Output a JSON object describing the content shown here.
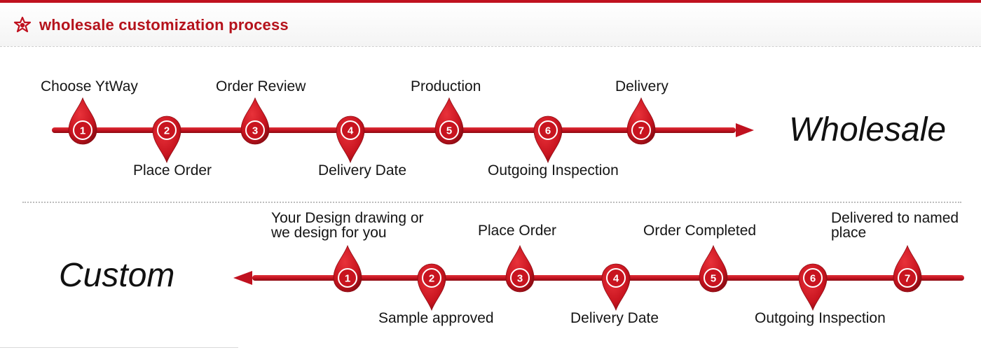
{
  "header": {
    "title": "wholesale customization process",
    "icon": "flower-icon",
    "accent": "#c0111f"
  },
  "wholesale": {
    "label": "Wholesale",
    "direction": "left-to-right",
    "steps": [
      {
        "number": "1",
        "label": "Choose YtWay",
        "side": "top"
      },
      {
        "number": "2",
        "label": "Place Order",
        "side": "bottom"
      },
      {
        "number": "3",
        "label": "Order Review",
        "side": "top"
      },
      {
        "number": "4",
        "label": "Delivery Date",
        "side": "bottom"
      },
      {
        "number": "5",
        "label": "Production",
        "side": "top"
      },
      {
        "number": "6",
        "label": "Outgoing Inspection",
        "side": "bottom"
      },
      {
        "number": "7",
        "label": "Delivery",
        "side": "top"
      }
    ]
  },
  "custom": {
    "label": "Custom",
    "direction": "right-to-left",
    "steps": [
      {
        "number": "1",
        "label_lines": [
          "Your Design drawing or",
          "we design for you"
        ],
        "side": "top"
      },
      {
        "number": "2",
        "label_lines": [
          "Sample approved"
        ],
        "side": "bottom"
      },
      {
        "number": "3",
        "label_lines": [
          "Place Order"
        ],
        "side": "top"
      },
      {
        "number": "4",
        "label_lines": [
          "Delivery Date"
        ],
        "side": "bottom"
      },
      {
        "number": "5",
        "label_lines": [
          "Order Completed"
        ],
        "side": "top"
      },
      {
        "number": "6",
        "label_lines": [
          "Outgoing Inspection"
        ],
        "side": "bottom"
      },
      {
        "number": "7",
        "label_lines": [
          "Delivered to named",
          "place"
        ],
        "side": "top"
      }
    ]
  },
  "colors": {
    "line": "#c0111f",
    "marker": "#c8141f",
    "marker_dark": "#8e0c14",
    "text": "#151515"
  }
}
